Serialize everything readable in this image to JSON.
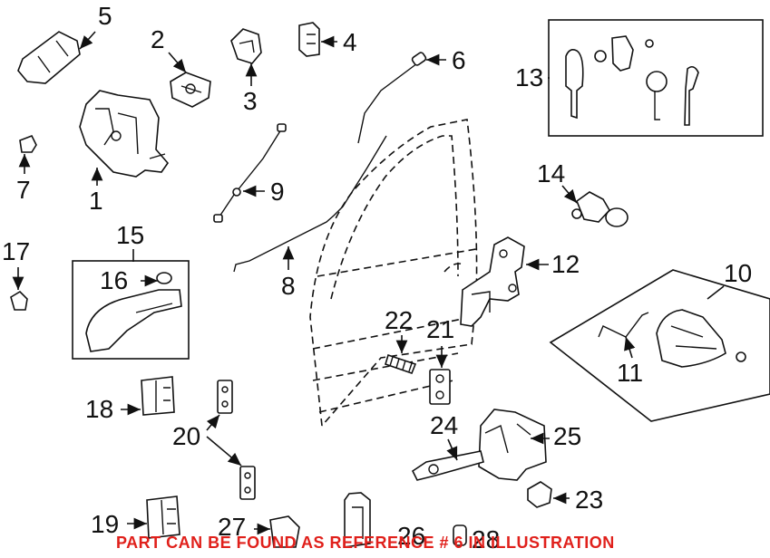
{
  "callouts": {
    "c1": "1",
    "c2": "2",
    "c3": "3",
    "c4": "4",
    "c5": "5",
    "c6": "6",
    "c7": "7",
    "c8": "8",
    "c9": "9",
    "c10": "10",
    "c11": "11",
    "c12": "12",
    "c13": "13",
    "c14": "14",
    "c15": "15",
    "c16": "16",
    "c17": "17",
    "c18": "18",
    "c19": "19",
    "c20": "20",
    "c21": "21",
    "c22": "22",
    "c23": "23",
    "c24": "24",
    "c25": "25",
    "c26": "26",
    "c27": "27",
    "c28": "28"
  },
  "footer_note": "PART CAN BE FOUND AS REFERENCE # 6 IN ILLUSTRATION",
  "colors": {
    "ink": "#111111",
    "note": "#e0201b",
    "background": "#ffffff"
  }
}
